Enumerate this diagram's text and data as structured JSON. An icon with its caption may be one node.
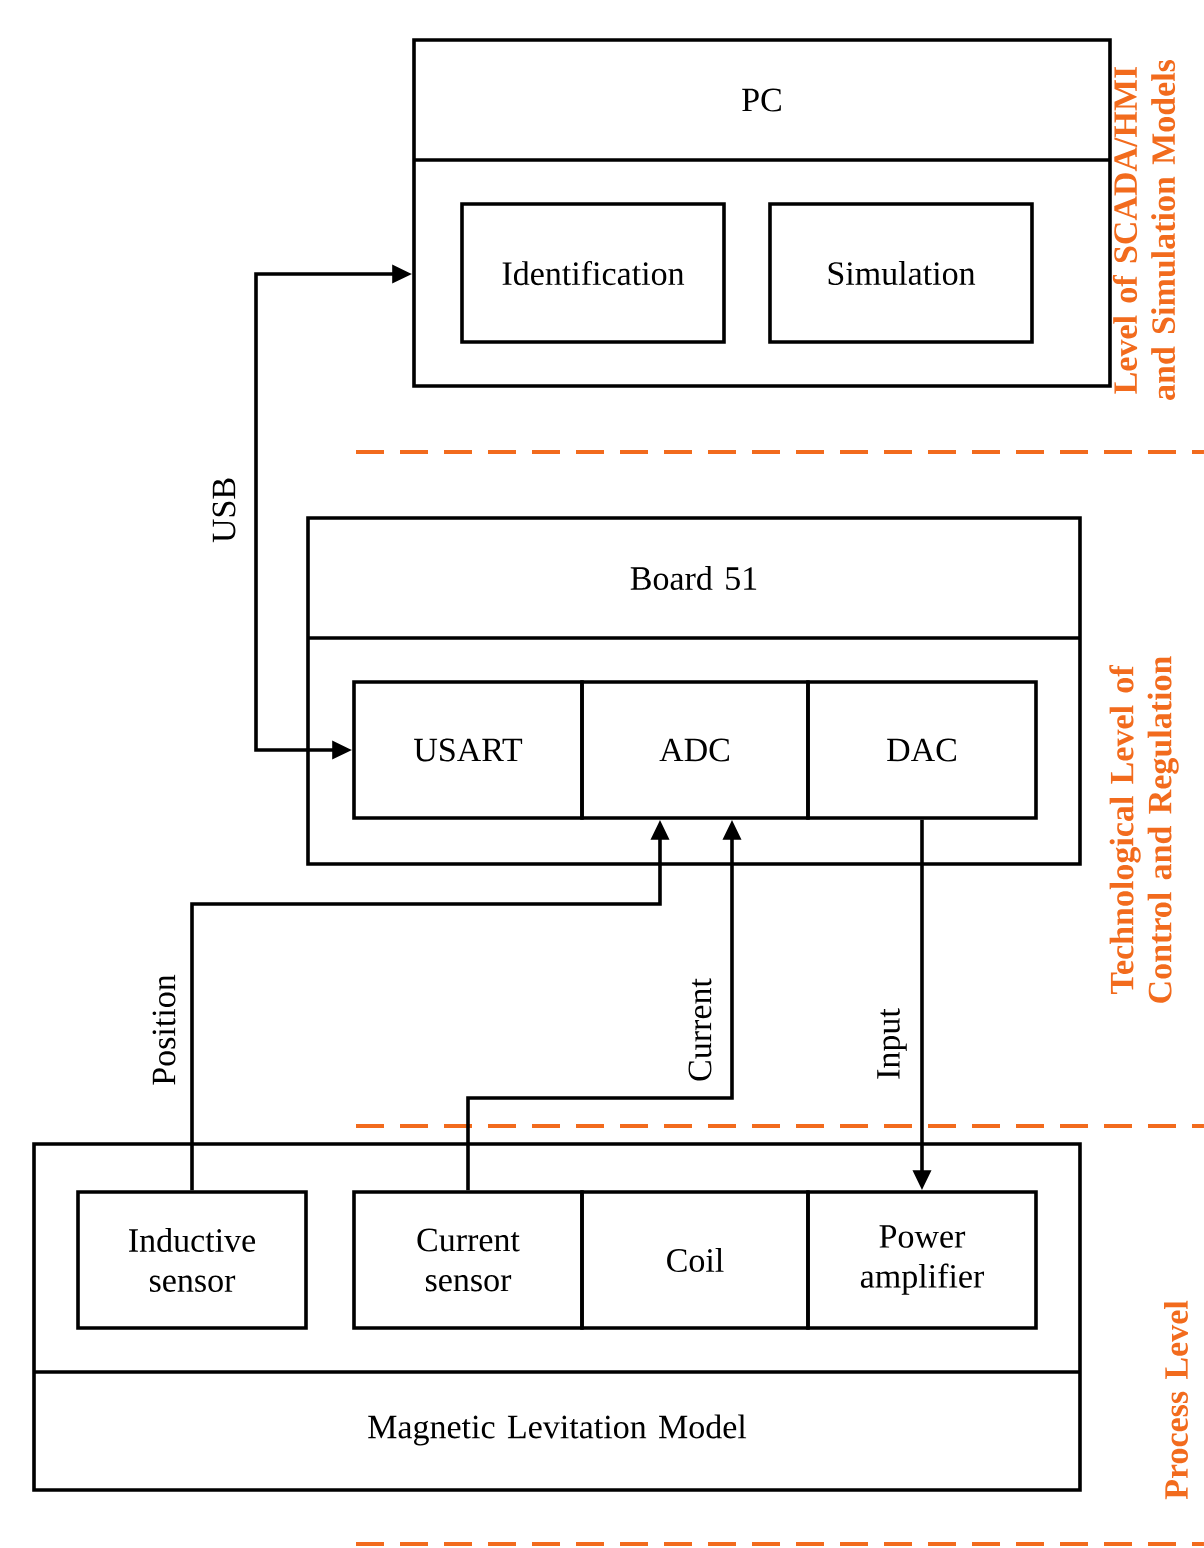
{
  "diagram": {
    "nodes": [
      {
        "text": [
          "PC"
        ]
      },
      {
        "text": [
          "Identification"
        ],
        "in": 0
      },
      {
        "text": [
          "Simulation"
        ],
        "in": 0
      },
      {
        "text": [
          "Board 51"
        ]
      },
      {
        "text": [
          "USART"
        ],
        "in": 3
      },
      {
        "text": [
          "ADC"
        ],
        "in": 3
      },
      {
        "text": [
          "DAC"
        ],
        "in": 3
      },
      {
        "text": [
          "Magnetic Levitation Model"
        ]
      },
      {
        "text": [
          "Inductive sensor"
        ],
        "in": 7
      },
      {
        "text": [
          "Current sensor"
        ],
        "in": 7
      },
      {
        "text": [
          "Coil"
        ],
        "in": 7
      },
      {
        "text": [
          "Power amplifier"
        ],
        "in": 7
      }
    ],
    "edges": [
      {
        "from": 4,
        "to": 0,
        "arrow": "both",
        "label": "USB"
      },
      {
        "from": 8,
        "to": 5,
        "arrow": "to",
        "label": "Position"
      },
      {
        "from": 9,
        "to": 5,
        "arrow": "to",
        "label": "Current"
      },
      {
        "from": 6,
        "to": 11,
        "arrow": "to",
        "label": "Input"
      }
    ],
    "labels": [
      "Level of SCADA/HMI and Simulation Models",
      "Technological Level of Control and Regulation",
      "Process Level"
    ]
  }
}
